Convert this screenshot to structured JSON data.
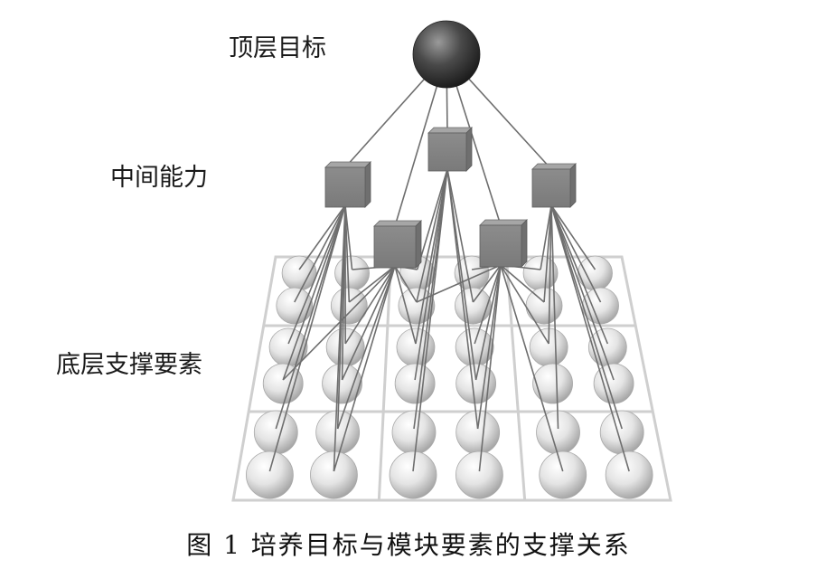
{
  "labels": {
    "top": "顶层目标",
    "middle": "中间能力",
    "bottom": "底层支撑要素"
  },
  "caption": "图 1  培养目标与模块要素的支撑关系",
  "nodes": {
    "top_node": "sphere-dark",
    "middle_nodes": "cube-gray",
    "bottom_nodes": "sphere-light",
    "middle_count": 5,
    "bottom_rows": 6,
    "bottom_cols": 6
  },
  "colors": {
    "link": "#6e6e6e",
    "grid": "#cfcfcf",
    "cube": "#8a8a8a",
    "top_sphere": "#3a3a3a",
    "bottom_sphere": "#e6e6e6"
  }
}
